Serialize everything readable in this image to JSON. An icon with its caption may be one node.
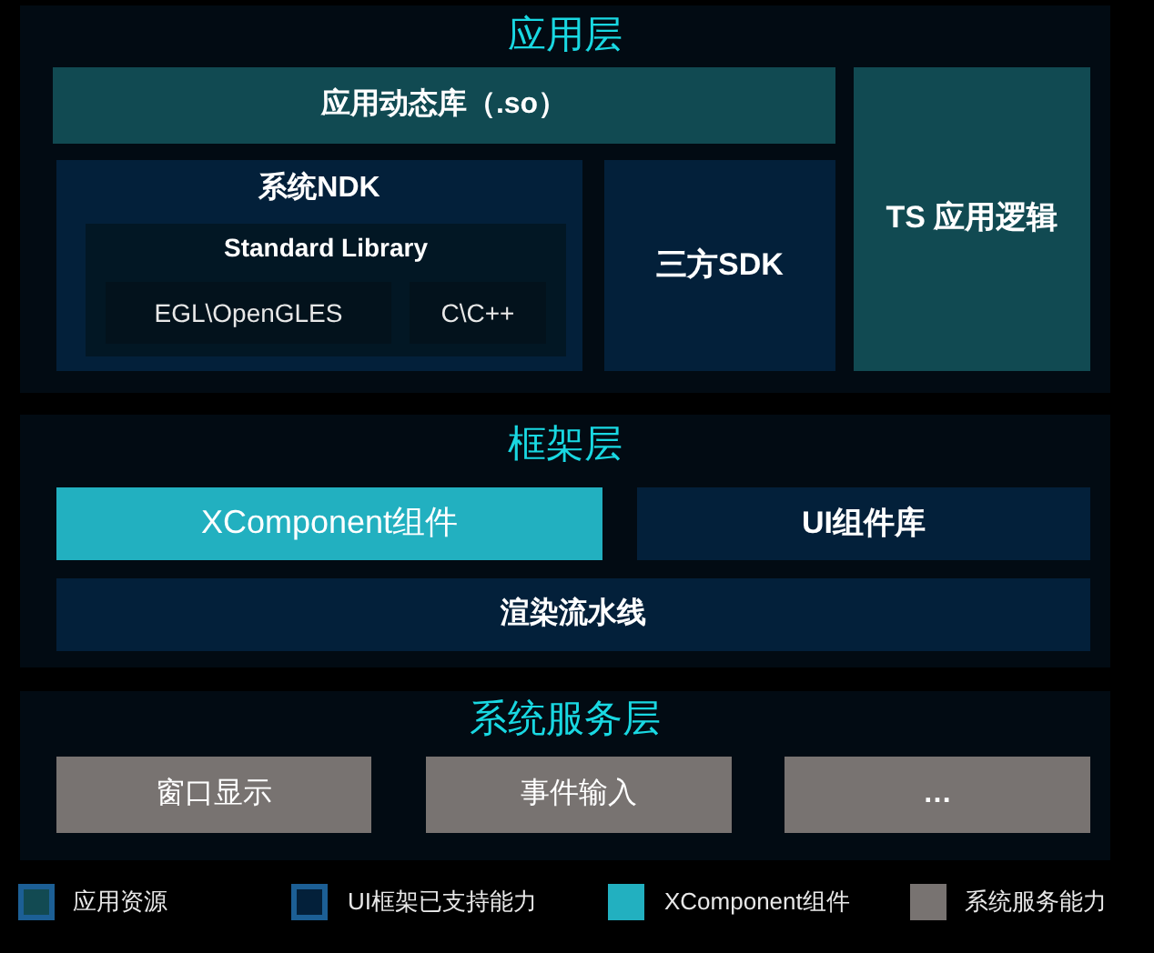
{
  "diagram": {
    "nodes": [
      {
        "text": [
          "应用层"
        ]
      },
      {
        "text": [
          "应用动态库（.so）"
        ],
        "in": 0
      },
      {
        "text": [
          "系统NDK"
        ],
        "in": 0
      },
      {
        "text": [
          "Standard Library"
        ],
        "in": 2
      },
      {
        "text": [
          "EGL\\OpenGLES"
        ],
        "in": 3
      },
      {
        "text": [
          "C\\C++"
        ],
        "in": 3
      },
      {
        "text": [
          "三方SDK"
        ],
        "in": 0
      },
      {
        "text": [
          "TS 应用逻辑"
        ],
        "in": 0
      },
      {
        "text": [
          "框架层"
        ]
      },
      {
        "text": [
          "XComponent组件"
        ],
        "in": 8
      },
      {
        "text": [
          "UI组件库"
        ],
        "in": 8
      },
      {
        "text": [
          "渲染流水线"
        ],
        "in": 8
      },
      {
        "text": [
          "系统服务层"
        ]
      },
      {
        "text": [
          "窗口显示"
        ],
        "in": 12
      },
      {
        "text": [
          "事件输入"
        ],
        "in": 12
      },
      {
        "text": [
          "…"
        ],
        "in": 12
      }
    ],
    "edges": [],
    "legend": [
      {
        "text": "应用资源",
        "color": "#124a52"
      },
      {
        "text": "UI框架已支持能力",
        "color": "#03203a"
      },
      {
        "text": "XComponent组件",
        "color": "#22b0c0"
      },
      {
        "text": "系统服务能力",
        "color": "#787371"
      }
    ]
  }
}
